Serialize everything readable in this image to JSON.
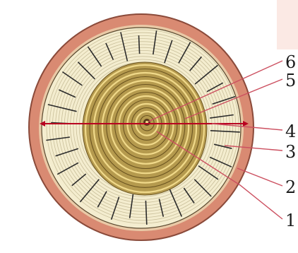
{
  "diagram": {
    "labels": [
      {
        "id": "6",
        "text": "6"
      },
      {
        "id": "5",
        "text": "5"
      },
      {
        "id": "4",
        "text": "4"
      },
      {
        "id": "3",
        "text": "3"
      },
      {
        "id": "2",
        "text": "2"
      },
      {
        "id": "1",
        "text": "1"
      }
    ],
    "colors": {
      "bark": "#d98a72",
      "bark_dark": "#b8604a",
      "sapwood": "#f4edcf",
      "heartwood": "#b59a4e",
      "heartwood_ring": "#f0d98a",
      "ray_line": "#2b2b2b",
      "leader_line": "#cc5060",
      "diameter_line": "#b80020",
      "corner_tint": "#fbe9e4"
    }
  }
}
